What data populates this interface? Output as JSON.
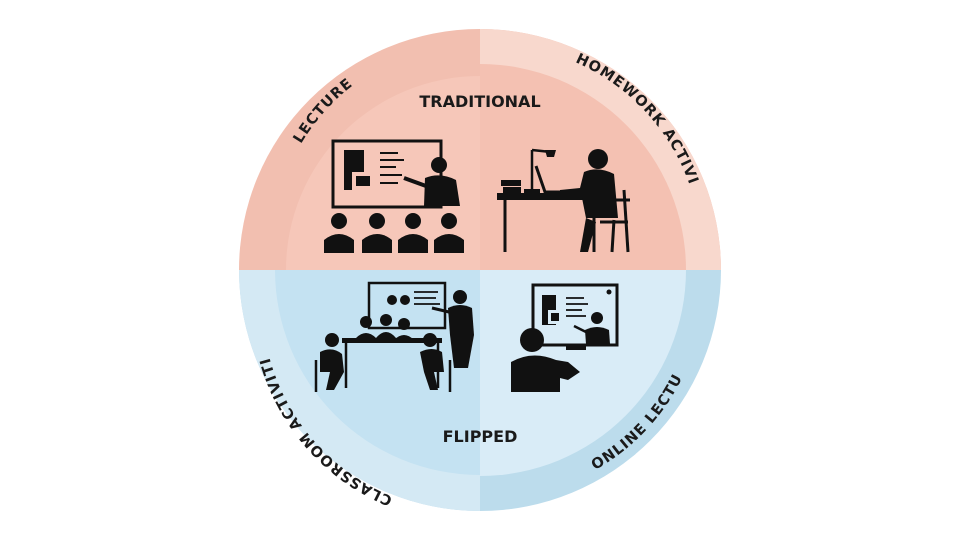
{
  "labels": {
    "traditional": "TRADITIONAL",
    "flipped": "FLIPPED",
    "lecture": "LECTURE",
    "homework_activities": "HOMEWORK ACTIVITIES",
    "classroom_activities": "CLASSROOM ACTIVITIES",
    "online_lecture": "ONLINE LECTURE"
  },
  "colors": {
    "ring_top": "#f2bfb0",
    "ring_top_light": "#f8d8cd",
    "inner_top": "#f6c7b9",
    "inner_top_right": "#f4c1b2",
    "ring_bottom": "#bcdcec",
    "ring_bottom_light": "#d4e9f4",
    "inner_bottom": "#c4e2f2",
    "inner_bottom_right": "#d9ecf7",
    "figure": "#111111"
  },
  "icons": [
    "lecture-icon",
    "homework-icon",
    "classroom-icon",
    "online-lecture-icon"
  ]
}
